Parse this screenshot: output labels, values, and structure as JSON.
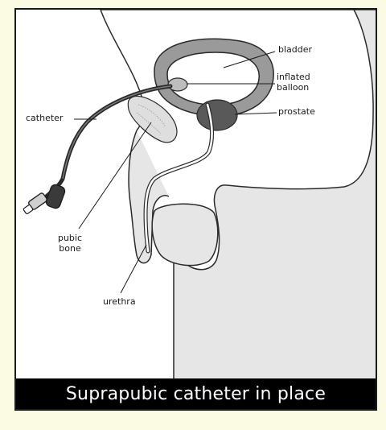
{
  "diagram": {
    "caption": "Suprapubic catheter in place",
    "labels": {
      "bladder": "bladder",
      "balloon_line1": "inflated",
      "balloon_line2": "balloon",
      "prostate": "prostate",
      "catheter": "catheter",
      "pubic_line1": "pubic",
      "pubic_line2": "bone",
      "urethra": "urethra"
    }
  },
  "colors": {
    "background": "#fbfbe3",
    "body_fill": "#e6e6e6",
    "bladder_fill": "#9a9a9a",
    "prostate_fill": "#595959",
    "caption_bar": "#000000",
    "caption_text": "#ffffff"
  }
}
